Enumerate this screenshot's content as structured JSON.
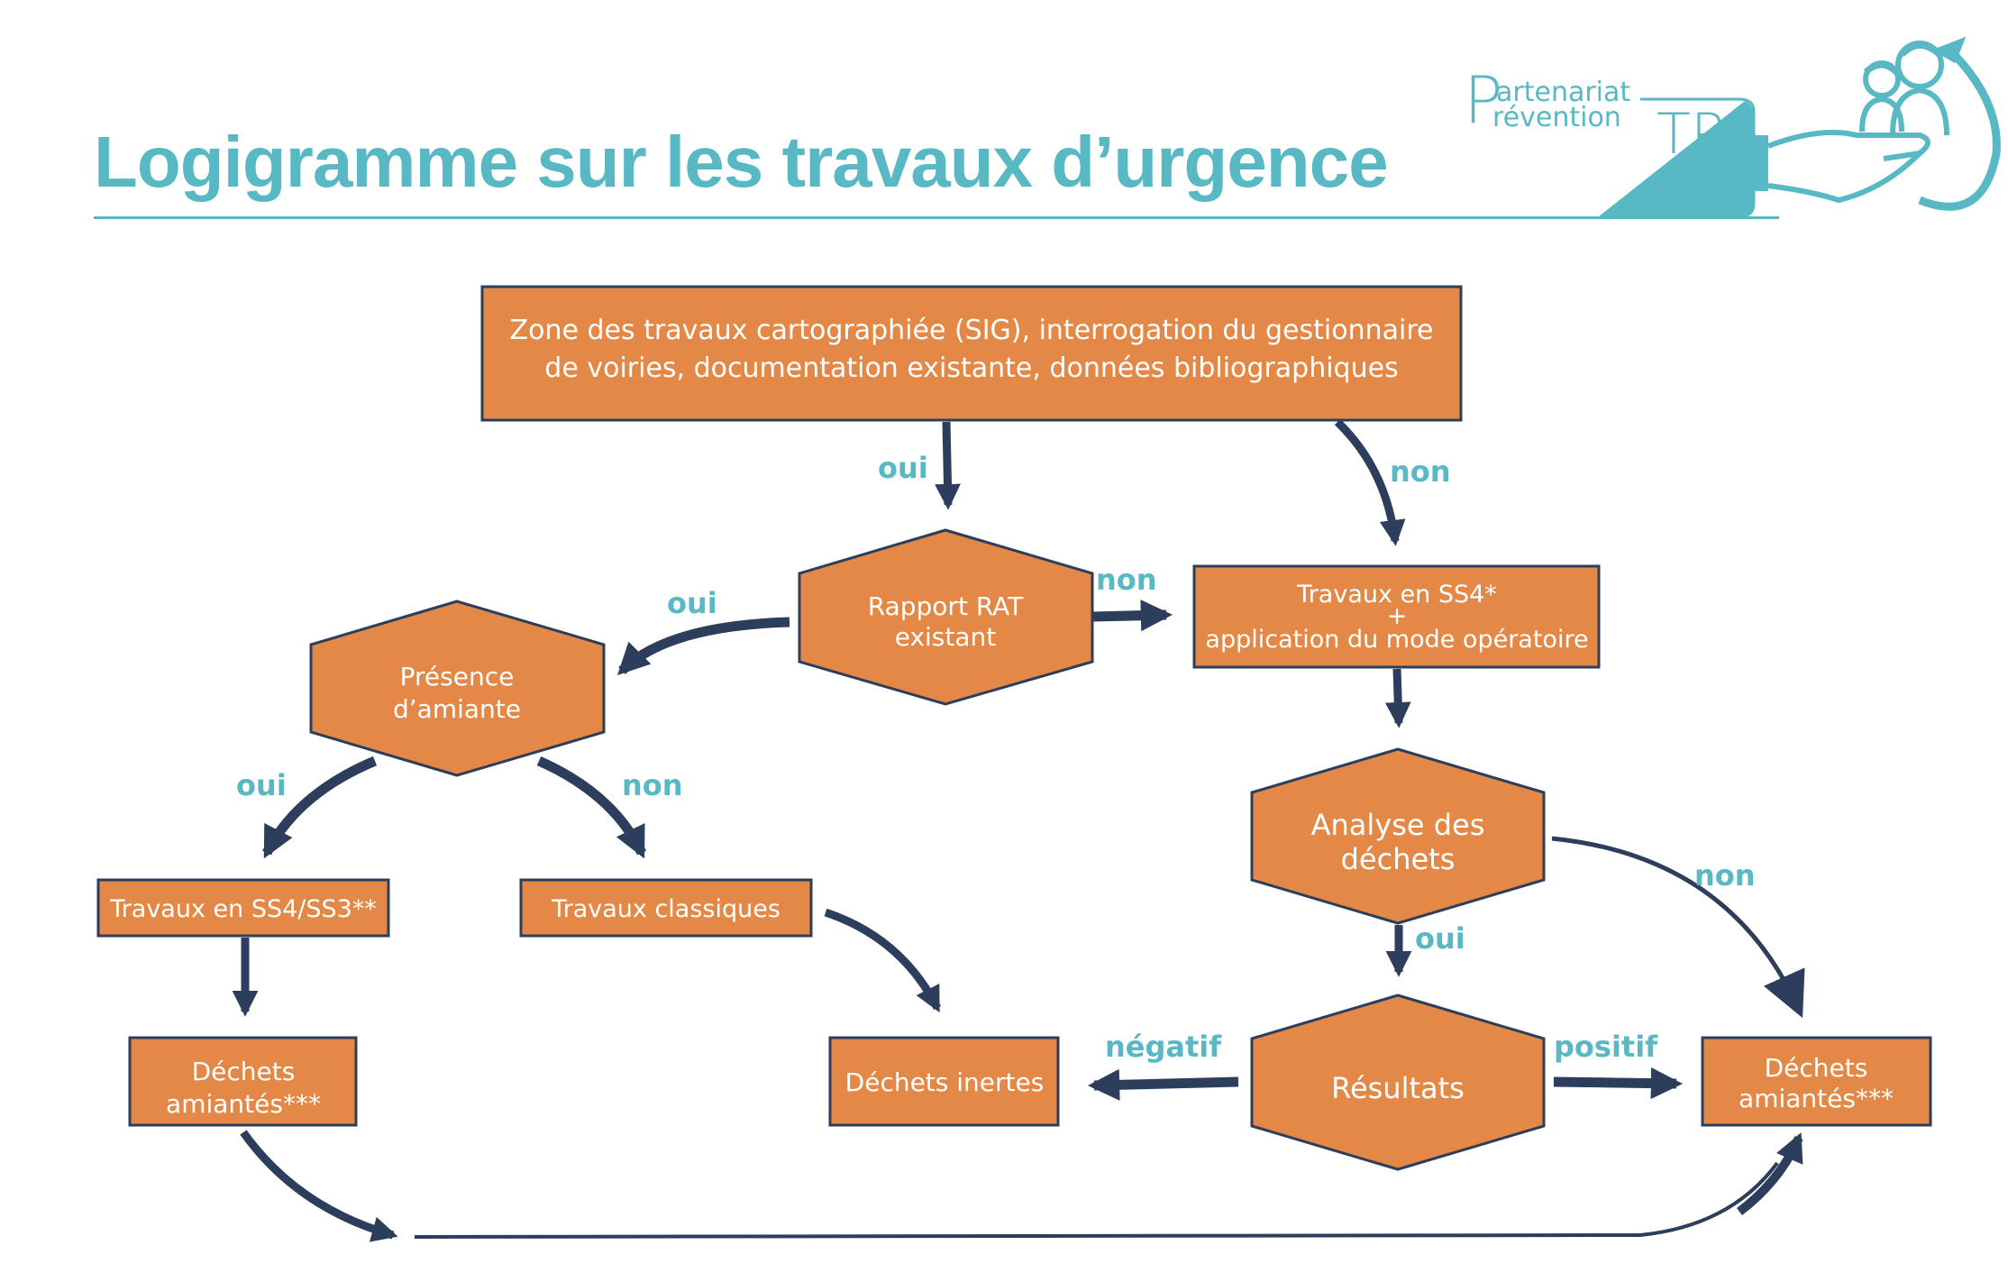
{
  "header": {
    "title": "Logigramme sur les travaux d’urgence",
    "logo": {
      "line1_initial": "P",
      "line1": "artenariat",
      "line2": "révention",
      "suffix": "TP",
      "icon": "hand-holding-workers-icon"
    }
  },
  "colors": {
    "accent": "#58b8c3",
    "node_fill": "#e38847",
    "node_stroke": "#2c3e5c",
    "arrow": "#2c3e5c",
    "node_text": "#ffffff"
  },
  "nodes": {
    "start": {
      "line1": "Zone des travaux cartographiée (SIG), interrogation du gestionnaire",
      "line2": "de voiries, documentation existante, données bibliographiques"
    },
    "rapport": {
      "line1": "Rapport RAT",
      "line2": "existant"
    },
    "ss4": {
      "line1": "Travaux en SS4*",
      "line2": "+",
      "line3": "application du mode opératoire"
    },
    "presence": {
      "line1": "Présence",
      "line2": "d’amiante"
    },
    "analyse": {
      "line1": "Analyse des",
      "line2": "déchets"
    },
    "ss4ss3": {
      "line1": "Travaux en SS4/SS3**"
    },
    "classiques": {
      "line1": "Travaux classiques"
    },
    "amiantes_left": {
      "line1": "Déchets",
      "line2": "amiantés***"
    },
    "inertes": {
      "line1": "Déchets inertes"
    },
    "resultats": {
      "line1": "Résultats"
    },
    "amiantes_right": {
      "line1": "Déchets",
      "line2": "amiantés***"
    }
  },
  "edge_labels": {
    "start_oui": "oui",
    "start_non": "non",
    "rapport_oui": "oui",
    "rapport_non": "non",
    "presence_oui": "oui",
    "presence_non": "non",
    "analyse_oui": "oui",
    "analyse_non": "non",
    "resultats_negatif": "négatif",
    "resultats_positif": "positif"
  }
}
